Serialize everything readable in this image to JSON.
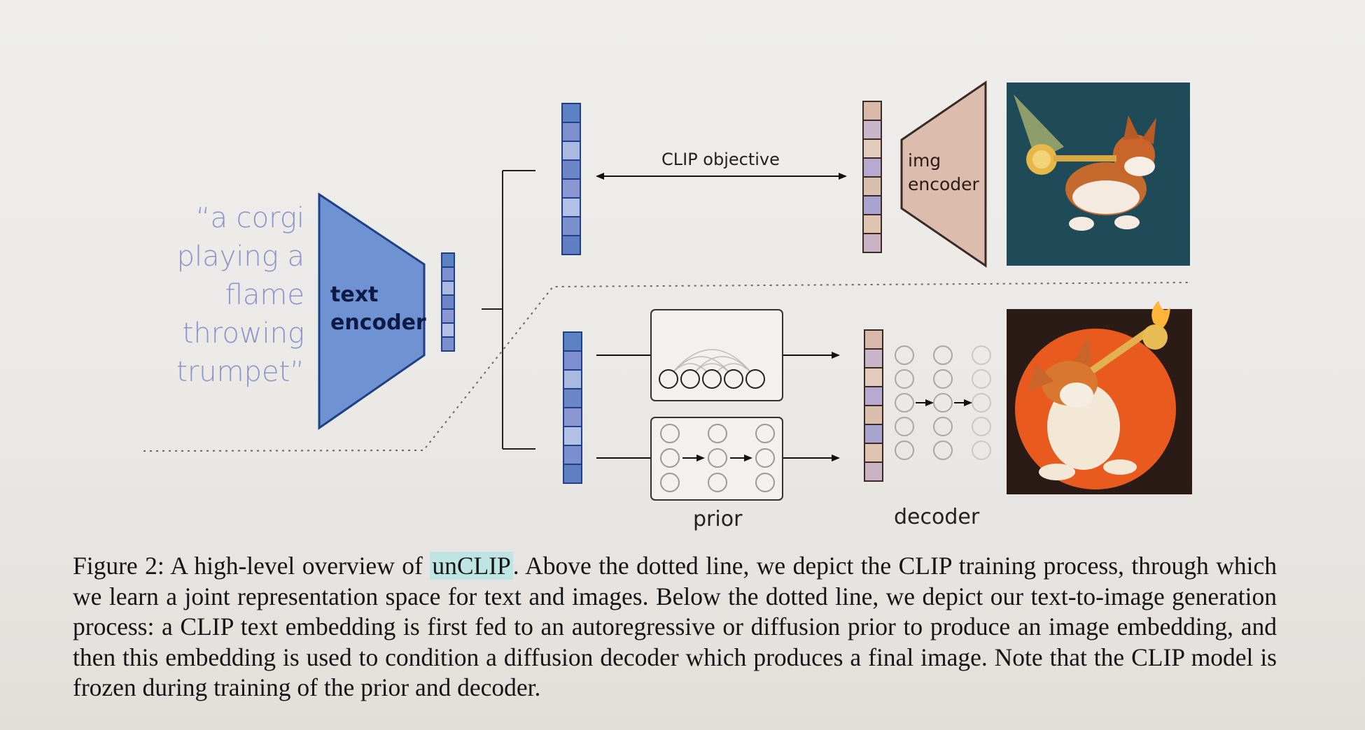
{
  "diagram": {
    "quote_lines": [
      "“a corgi",
      "playing a",
      "flame",
      "throwing",
      "trumpet”"
    ],
    "text_encoder": {
      "line1": "text",
      "line2": "encoder"
    },
    "img_encoder": {
      "line1": "img",
      "line2": "encoder"
    },
    "clip_objective": "CLIP objective",
    "prior_label": "prior",
    "decoder_label": "decoder",
    "colors": {
      "text_encoder_fill": "#6f93d2",
      "img_encoder_fill": "#dcbcac",
      "quote_text": "#8a94c8"
    },
    "images": [
      "corgi-trumpet-painting",
      "corgi-flame-trumpet-illustration"
    ]
  },
  "caption": {
    "prefix": "Figure 2: A high-level overview of ",
    "highlight": "unCLIP",
    "rest": ". Above the dotted line, we depict the CLIP training process, through which we learn a joint representation space for text and images. Below the dotted line, we depict our text-to-image generation process: a CLIP text embedding is first fed to an autoregressive or diffusion prior to produce an image embedding, and then this embedding is used to condition a diffusion decoder which produces a final image. Note that the CLIP model is frozen during training of the prior and decoder."
  }
}
